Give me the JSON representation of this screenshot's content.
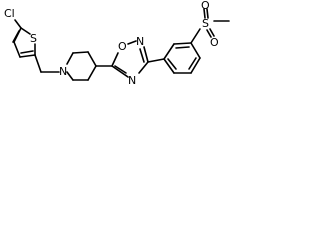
{
  "atoms": {
    "cl": "Cl",
    "s_thiophene": "S",
    "n_piperidine": "N",
    "o_oxadiazole": "O",
    "n_oxadiazole_2": "N",
    "n_oxadiazole_4": "N",
    "s_sulfonyl": "S",
    "o_sulfonyl_1": "O",
    "o_sulfonyl_2": "O"
  },
  "colors": {
    "bond": "#000000",
    "label": "#000000",
    "background": "#ffffff"
  }
}
